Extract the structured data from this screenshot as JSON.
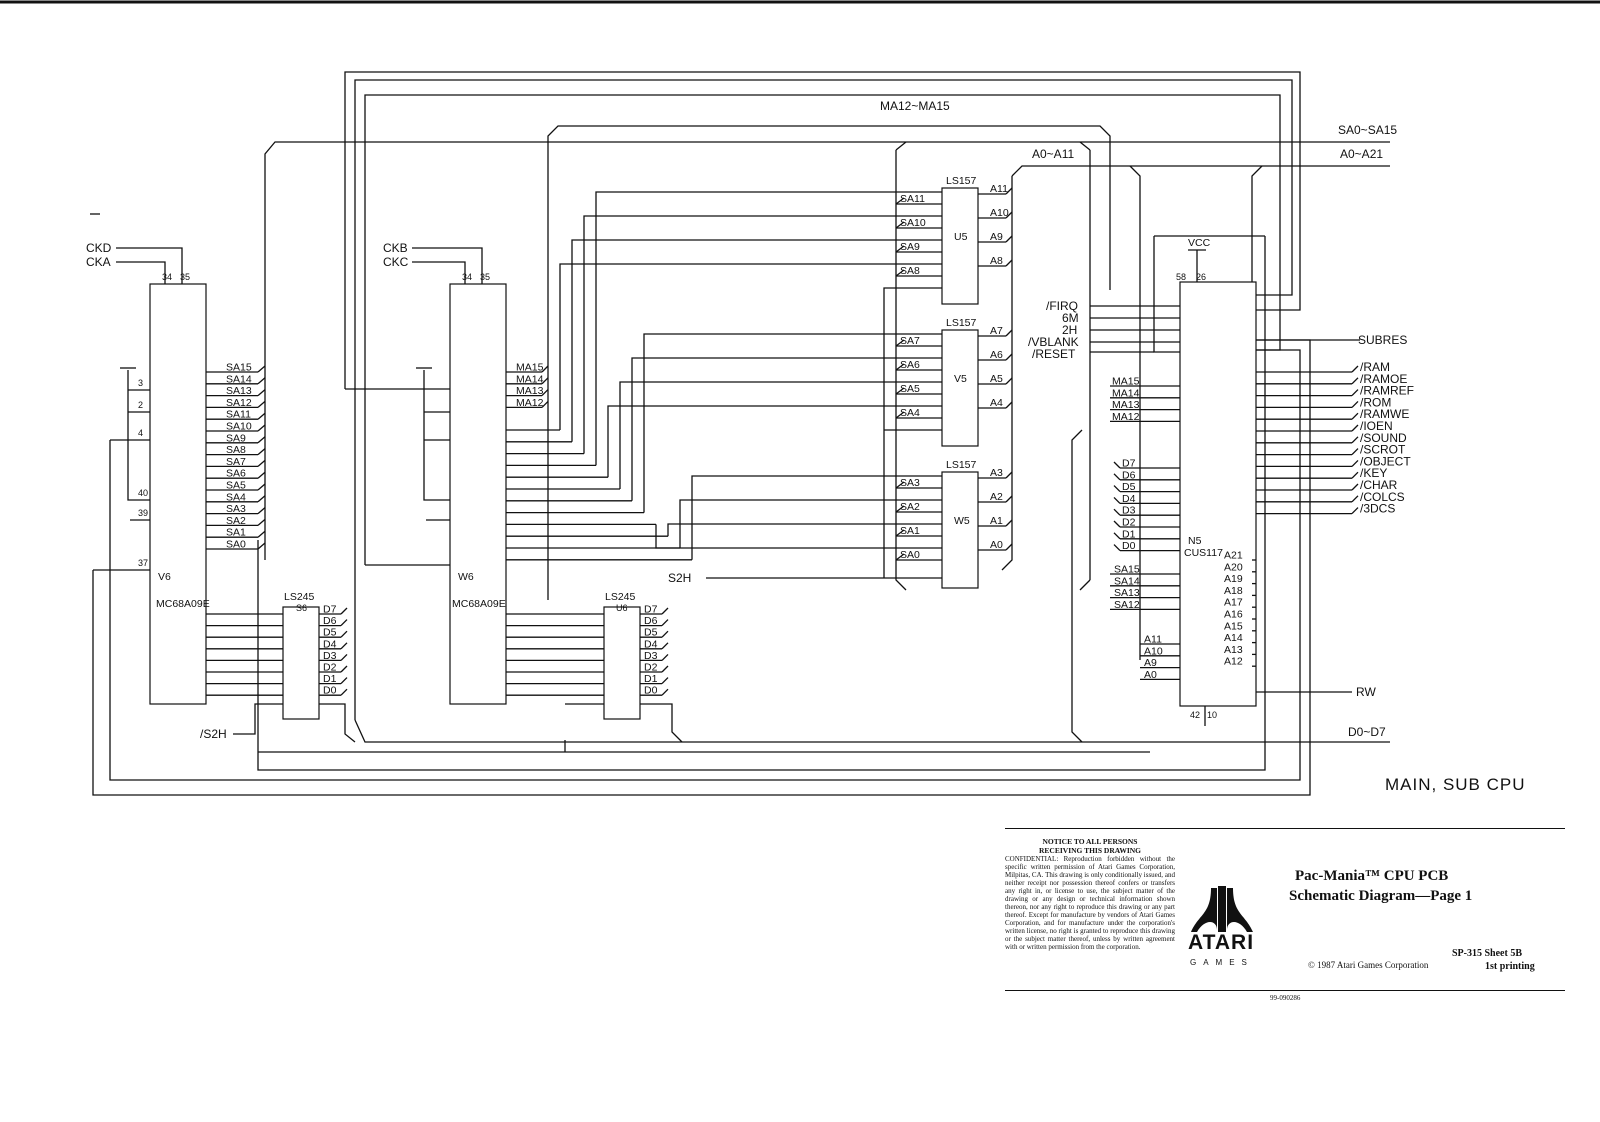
{
  "sheet_label": "MAIN, SUB CPU",
  "buses": {
    "ma": "MA12~MA15",
    "sa": "SA0~SA15",
    "a": "A0~A21",
    "a_local": "A0~A11",
    "d": "D0~D7"
  },
  "signals": {
    "ckd": "CKD",
    "cka": "CKA",
    "ckb": "CKB",
    "ckc": "CKC",
    "s2h": "S2H",
    "s2h_n": "/S2H",
    "firq": "/FIRQ",
    "six_m": "6M",
    "two_h": "2H",
    "vblank": "/VBLANK",
    "reset": "/RESET",
    "subres": "SUBRES",
    "rw": "RW",
    "vcc": "VCC"
  },
  "chips": {
    "cpu1": {
      "type": "MC68A09E",
      "ref": "V6"
    },
    "cpu2": {
      "type": "MC68A09E",
      "ref": "W6"
    },
    "buf1": {
      "type": "LS245",
      "ref": "S6"
    },
    "buf2": {
      "type": "LS245",
      "ref": "U6"
    },
    "mux1": {
      "type": "LS157",
      "ref": "U5"
    },
    "mux2": {
      "type": "LS157",
      "ref": "V5"
    },
    "mux3": {
      "type": "LS157",
      "ref": "W5"
    },
    "cus": {
      "type": "CUS117",
      "ref": "N5"
    }
  },
  "cpu1_sa": [
    "SA15",
    "SA14",
    "SA13",
    "SA12",
    "SA11",
    "SA10",
    "SA9",
    "SA8",
    "SA7",
    "SA6",
    "SA5",
    "SA4",
    "SA3",
    "SA2",
    "SA1",
    "SA0"
  ],
  "cpu2_ma": [
    "MA15",
    "MA14",
    "MA13",
    "MA12"
  ],
  "cus_outputs": [
    "/RAM",
    "/RAMOE",
    "/RAMREF",
    "/ROM",
    "/RAMWE",
    "/IOEN",
    "/SOUND",
    "/SCROT",
    "/OBJECT",
    "/KEY",
    "/CHAR",
    "/COLCS",
    "/3DCS"
  ],
  "cus_ma": [
    "MA15",
    "MA14",
    "MA13",
    "MA12"
  ],
  "cus_d": [
    "D7",
    "D6",
    "D5",
    "D4",
    "D3",
    "D2",
    "D1",
    "D0"
  ],
  "cus_sa": [
    "SA15",
    "SA14",
    "SA13",
    "SA12"
  ],
  "cus_a_in": [
    "A11",
    "A10",
    "A9",
    "A0"
  ],
  "cus_a_out": [
    "A21",
    "A20",
    "A19",
    "A18",
    "A17",
    "A16",
    "A15",
    "A14",
    "A13",
    "A12"
  ],
  "buf_d": [
    "D7",
    "D6",
    "D5",
    "D4",
    "D3",
    "D2",
    "D1",
    "D0"
  ],
  "mux1_in": [
    "SA11",
    "SA10",
    "SA9",
    "SA8"
  ],
  "mux1_out": [
    "A11",
    "A10",
    "A9",
    "A8"
  ],
  "mux2_in": [
    "SA7",
    "SA6",
    "SA5",
    "SA4"
  ],
  "mux2_out": [
    "A7",
    "A6",
    "A5",
    "A4"
  ],
  "mux3_in": [
    "SA3",
    "SA2",
    "SA1",
    "SA0"
  ],
  "mux3_out": [
    "A3",
    "A2",
    "A1",
    "A0"
  ],
  "title_block": {
    "notice_head_1": "NOTICE TO ALL PERSONS",
    "notice_head_2": "RECEIVING THIS DRAWING",
    "notice_body": "CONFIDENTIAL: Reproduction forbidden without the specific written permission of Atari Games Corporation, Milpitas, CA. This drawing is only conditionally issued, and neither receipt nor possession thereof confers or transfers any right in, or license to use, the subject matter of the drawing or any design or technical information shown thereon, nor any right to reproduce this drawing or any part thereof. Except for manufacture by vendors of Atari Games Corporation, and for manufacture under the corporation's written license, no right is granted to reproduce this drawing or the subject matter thereof, unless by written agreement with or written permission from the corporation.",
    "logo_word": "ATARI",
    "logo_sub": "GAMES",
    "title_line_1": "Pac-Mania™ CPU PCB",
    "title_line_2": "Schematic Diagram—Page 1",
    "copyright": "© 1987 Atari Games Corporation",
    "sheet_no": "SP-315   Sheet 5B",
    "printing": "1st printing",
    "drawing_no": "99-090286"
  }
}
